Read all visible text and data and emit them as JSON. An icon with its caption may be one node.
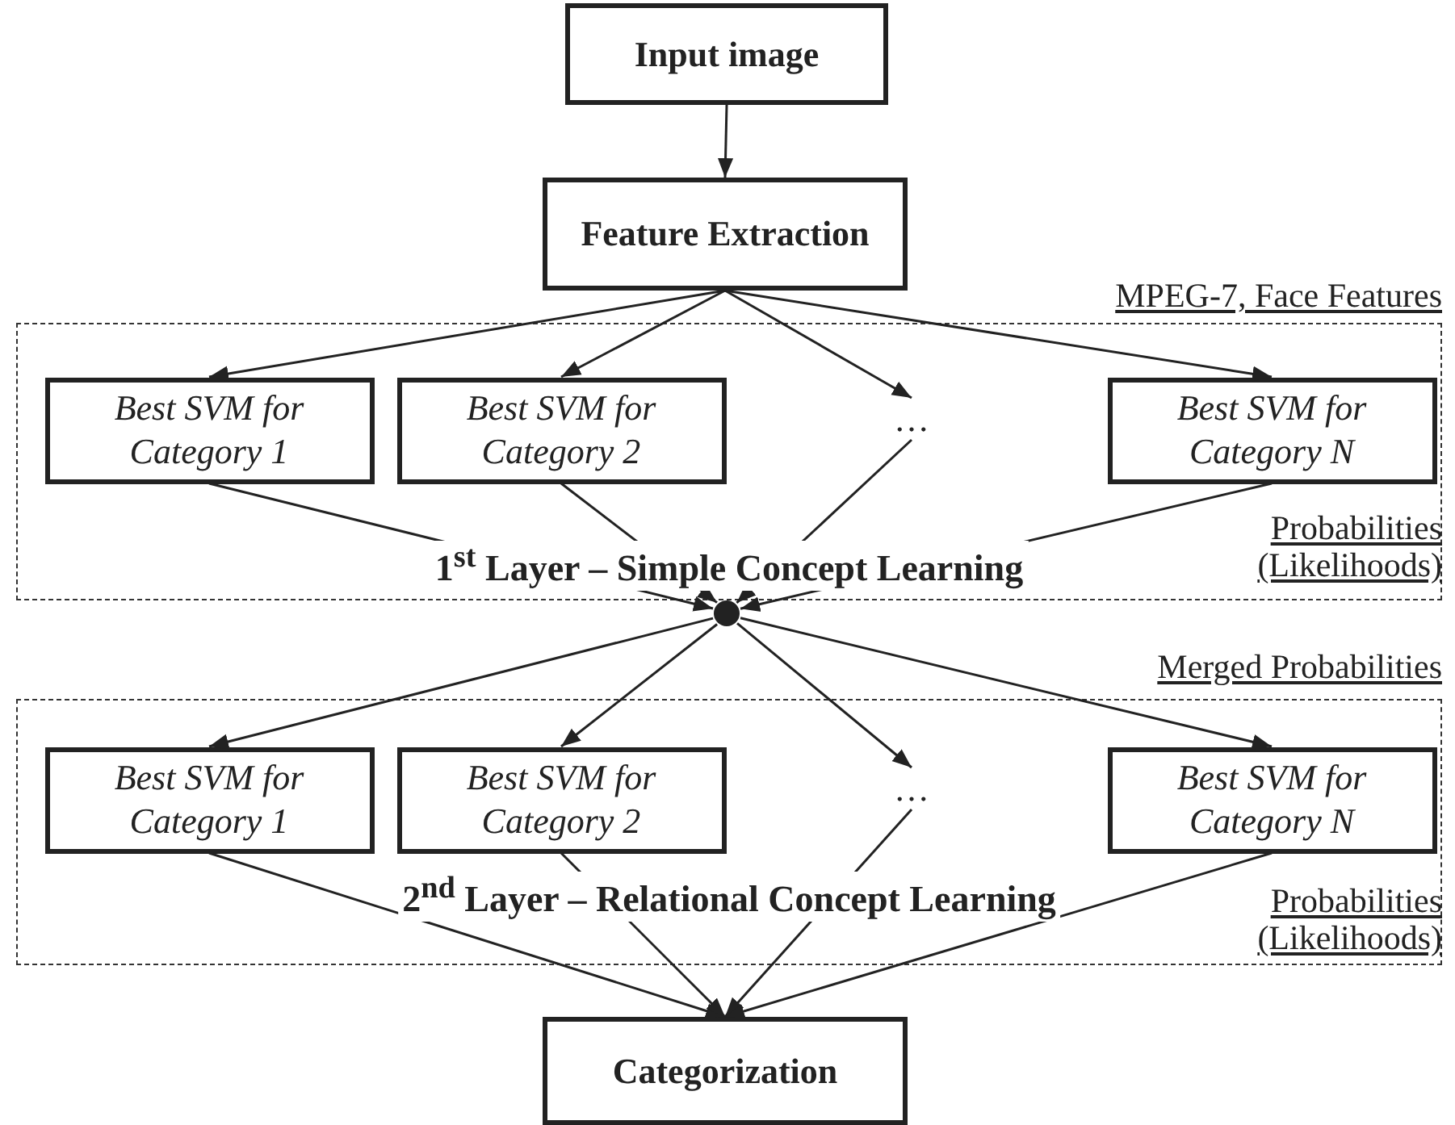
{
  "diagram": {
    "nodes": [
      {
        "text": [
          "Input image"
        ]
      },
      {
        "text": [
          "Feature Extraction"
        ]
      },
      {
        "text": [
          "1$^{st}$ Layer – Simple Concept Learning"
        ]
      },
      {
        "text": [
          "Best SVM for Category 1"
        ],
        "in": 2
      },
      {
        "text": [
          "Best SVM for Category 2"
        ],
        "in": 2
      },
      {
        "text": [
          "…"
        ],
        "in": 2
      },
      {
        "text": [
          "Best SVM for Category N"
        ],
        "in": 2
      },
      {
        "text": [],
        "shape": "circle"
      },
      {
        "text": [
          "2$^{nd}$ Layer – Relational Concept Learning"
        ]
      },
      {
        "text": [
          "Best SVM for Category 1"
        ],
        "in": 8
      },
      {
        "text": [
          "Best SVM for Category 2"
        ],
        "in": 8
      },
      {
        "text": [
          "…"
        ],
        "in": 8
      },
      {
        "text": [
          "Best SVM for Category N"
        ],
        "in": 8
      },
      {
        "text": [
          "Categorization"
        ]
      }
    ],
    "edges": [
      {
        "from": 0,
        "to": 1,
        "arrow": "to"
      },
      {
        "from": 1,
        "to": 3,
        "arrow": "to"
      },
      {
        "from": 1,
        "to": 4,
        "arrow": "to"
      },
      {
        "from": 1,
        "to": 5,
        "arrow": "to"
      },
      {
        "from": 1,
        "to": 6,
        "arrow": "to"
      },
      {
        "from": 3,
        "to": 7,
        "arrow": "to"
      },
      {
        "from": 4,
        "to": 7,
        "arrow": "to"
      },
      {
        "from": 5,
        "to": 7,
        "arrow": "to"
      },
      {
        "from": 6,
        "to": 7,
        "arrow": "to"
      },
      {
        "from": 7,
        "to": 9,
        "arrow": "to"
      },
      {
        "from": 7,
        "to": 10,
        "arrow": "to"
      },
      {
        "from": 7,
        "to": 11,
        "arrow": "to"
      },
      {
        "from": 7,
        "to": 12,
        "arrow": "to"
      },
      {
        "from": 9,
        "to": 13,
        "arrow": "to"
      },
      {
        "from": 10,
        "to": 13,
        "arrow": "to"
      },
      {
        "from": 11,
        "to": 13,
        "arrow": "to"
      },
      {
        "from": 12,
        "to": 13,
        "arrow": "to"
      }
    ],
    "labels": [
      "MPEG-7, Face Features",
      "Probabilities (Likelihoods)",
      "Merged Probabilities",
      "Probabilities (Likelihoods)"
    ]
  }
}
